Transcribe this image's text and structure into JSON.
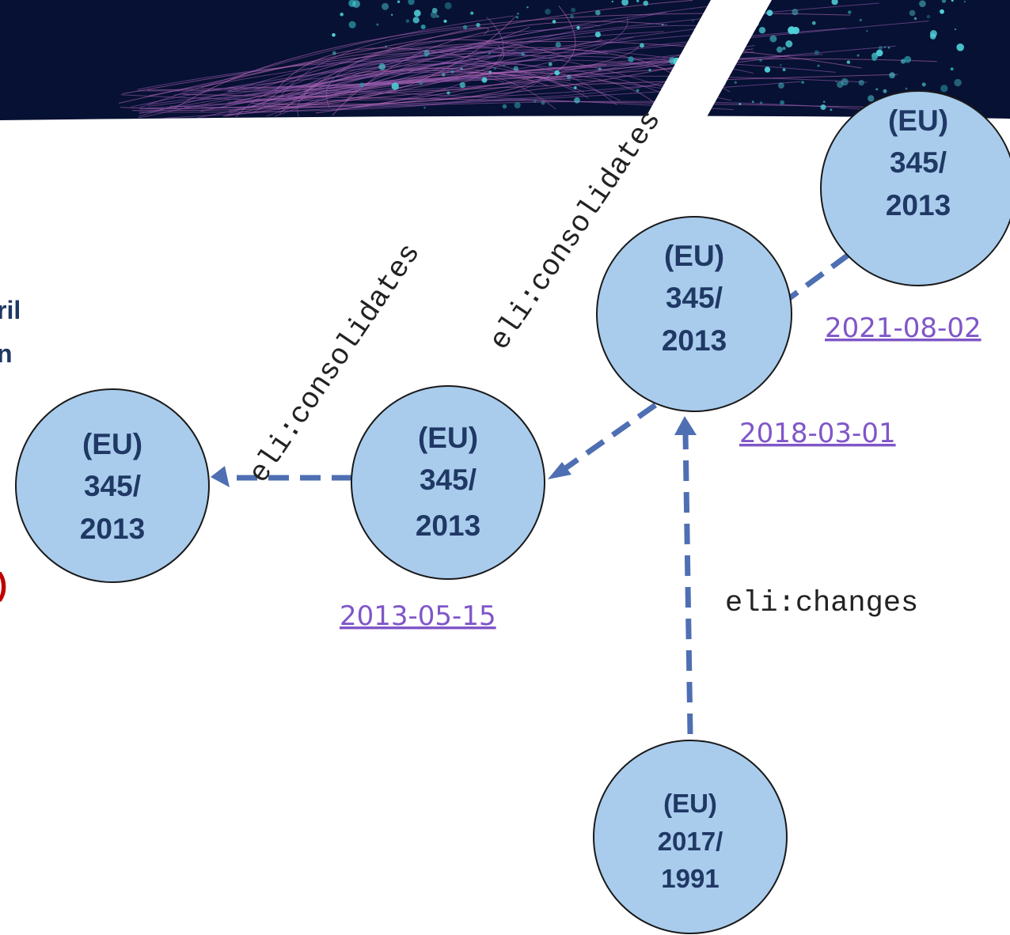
{
  "colors": {
    "banner_bg": "#071133",
    "node_fill": "#a9ccec",
    "node_stroke": "#1a1a1a",
    "node_text": "#1f3864",
    "arrow": "#4f6fb3",
    "date_link": "#7f56c8",
    "side_text_dark": "#1f3864",
    "side_text_red": "#c00000"
  },
  "side_text": {
    "line1": "ril",
    "line2": "n",
    "line3": ")"
  },
  "nodes": [
    {
      "id": "n-left",
      "line1": "(EU)",
      "line2": "345/",
      "line3": "2013"
    },
    {
      "id": "n-2013",
      "line1": "(EU)",
      "line2": "345/",
      "line3": "2013",
      "date": "2013-05-15"
    },
    {
      "id": "n-2018",
      "line1": "(EU)",
      "line2": "345/",
      "line3": "2013",
      "date": "2018-03-01"
    },
    {
      "id": "n-2021",
      "line1": "(EU)",
      "line2": "345/",
      "line3": "2013",
      "date": "2021-08-02"
    },
    {
      "id": "n-1991",
      "line1": "(EU)",
      "line2": "2017/",
      "line3": "1991"
    }
  ],
  "relations": {
    "consolidates_1": "eli:consolidates",
    "consolidates_2": "eli:consolidates",
    "changes": "eli:changes"
  }
}
